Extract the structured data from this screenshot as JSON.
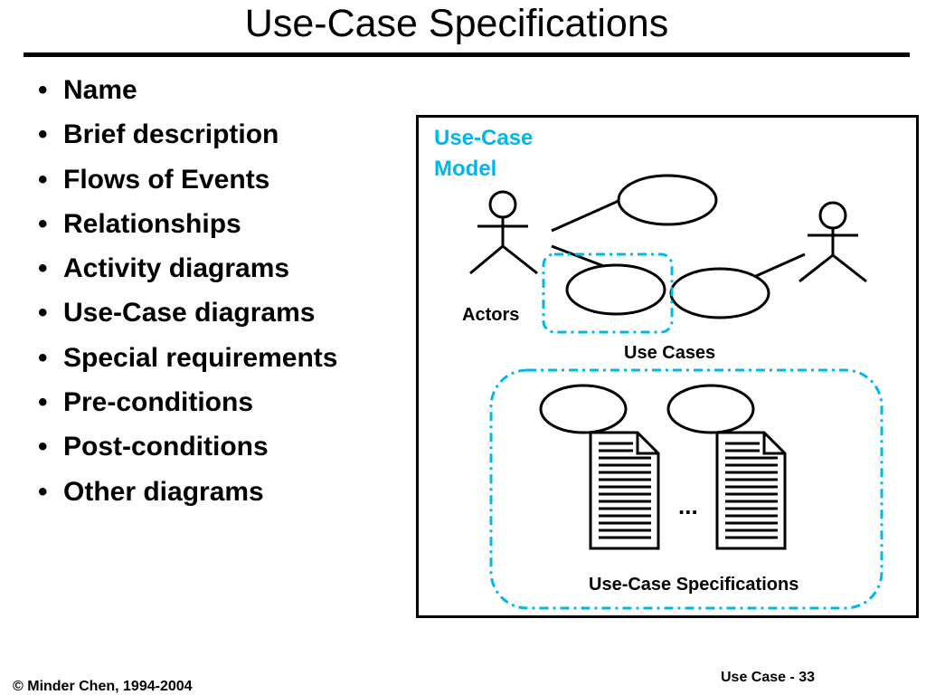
{
  "slide": {
    "title": "Use-Case Specifications",
    "bullets": [
      "Name",
      "Brief description",
      "Flows of Events",
      "Relationships",
      "Activity diagrams",
      "Use-Case diagrams",
      "Special requirements",
      "Pre-conditions",
      "Post-conditions",
      "Other diagrams"
    ]
  },
  "diagram": {
    "model_label_line1": "Use-Case",
    "model_label_line2": "Model",
    "actors_label": "Actors",
    "use_cases_label": "Use Cases",
    "ellipsis": "...",
    "specifications_label": "Use-Case Specifications",
    "accent_color": "#00b7eb"
  },
  "footer": {
    "copyright": "© Minder Chen, 1994-2004",
    "page": "Use Case - 33"
  }
}
